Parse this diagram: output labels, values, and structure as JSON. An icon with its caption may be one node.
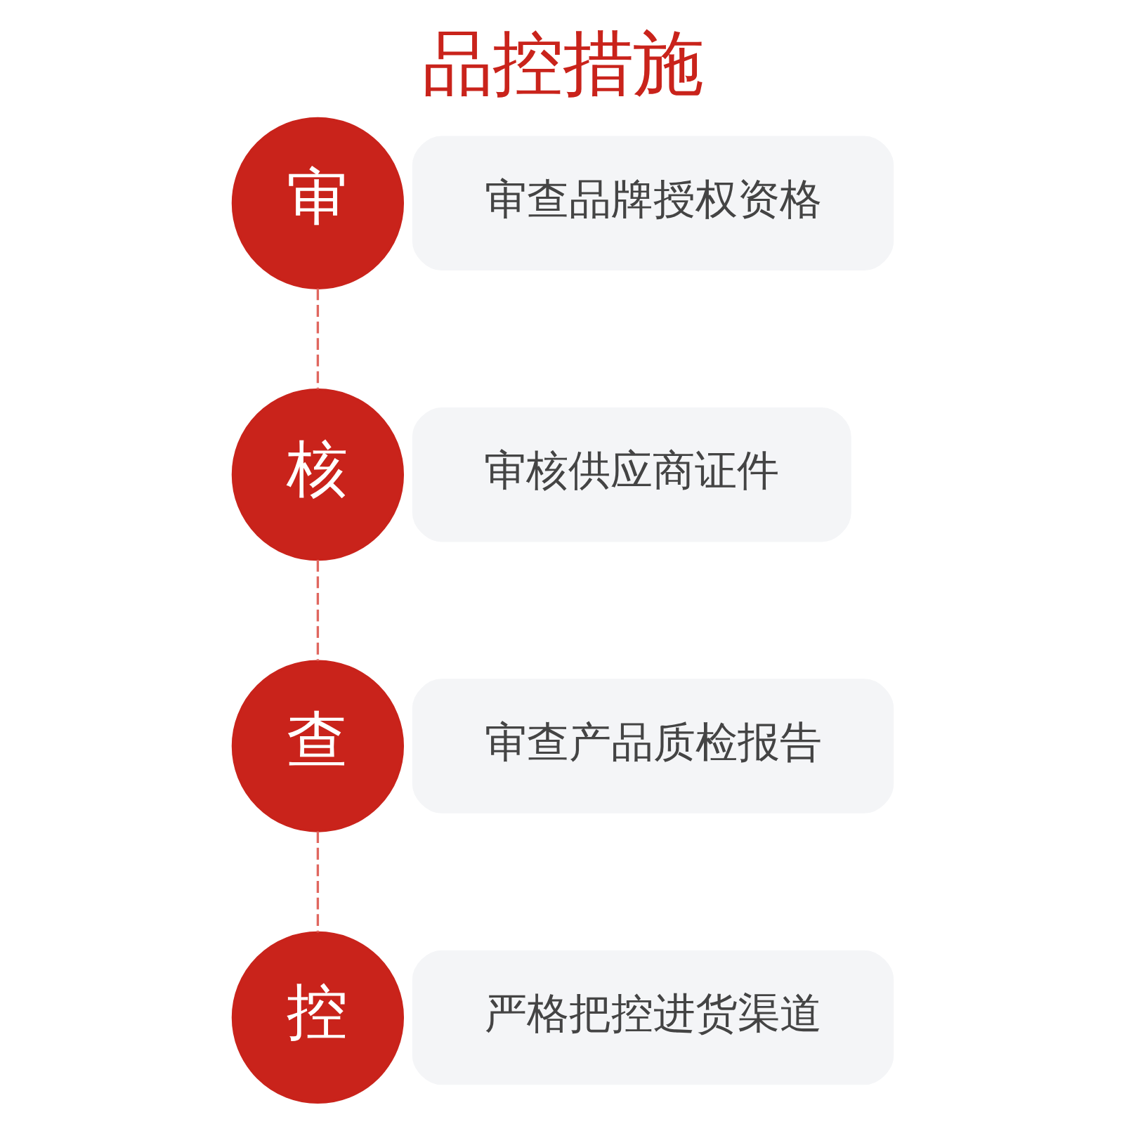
{
  "diagram": {
    "title": "品控措施",
    "nodes": [
      {
        "text": [
          "审"
        ]
      },
      {
        "text": [
          "审查品牌授权资格"
        ]
      },
      {
        "text": [
          "核"
        ]
      },
      {
        "text": [
          "审核供应商证件"
        ]
      },
      {
        "text": [
          "查"
        ]
      },
      {
        "text": [
          "审查产品质检报告"
        ]
      },
      {
        "text": [
          "控"
        ]
      },
      {
        "text": [
          "严格把控进货渠道"
        ]
      }
    ],
    "edges": [
      {
        "from": 0,
        "to": 2,
        "arrow": "none",
        "style": "dashed"
      },
      {
        "from": 2,
        "to": 4,
        "arrow": "none",
        "style": "dashed"
      },
      {
        "from": 4,
        "to": 6,
        "arrow": "none",
        "style": "dashed"
      }
    ]
  }
}
